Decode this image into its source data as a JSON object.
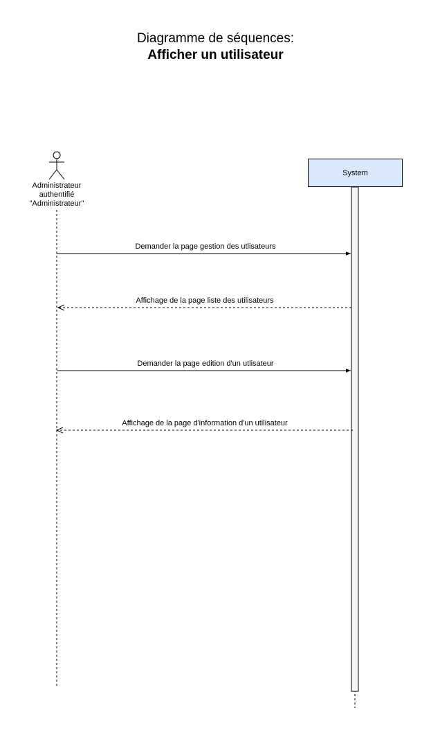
{
  "title": {
    "line1": "Diagramme de séquences:",
    "line2": "Afficher un utilisateur"
  },
  "actor": {
    "icon": "stick-figure-icon",
    "label_lines": [
      "Administrateur",
      "authentifié",
      "\"Administrateur\""
    ]
  },
  "system": {
    "label": "System",
    "fill": "#dae8fc",
    "activation_fill": "#f5f5f5"
  },
  "messages": [
    {
      "label": "Demander la page gestion des utlisateurs",
      "direction": "to-system",
      "style": "solid"
    },
    {
      "label": "Affichage de la page liste des utilisateurs",
      "direction": "to-actor",
      "style": "dashed"
    },
    {
      "label": "Demander la page edition d'un utlisateur",
      "direction": "to-system",
      "style": "solid"
    },
    {
      "label": "Affichage de la page d'information d'un utilisateur",
      "direction": "to-actor",
      "style": "dashed"
    }
  ]
}
